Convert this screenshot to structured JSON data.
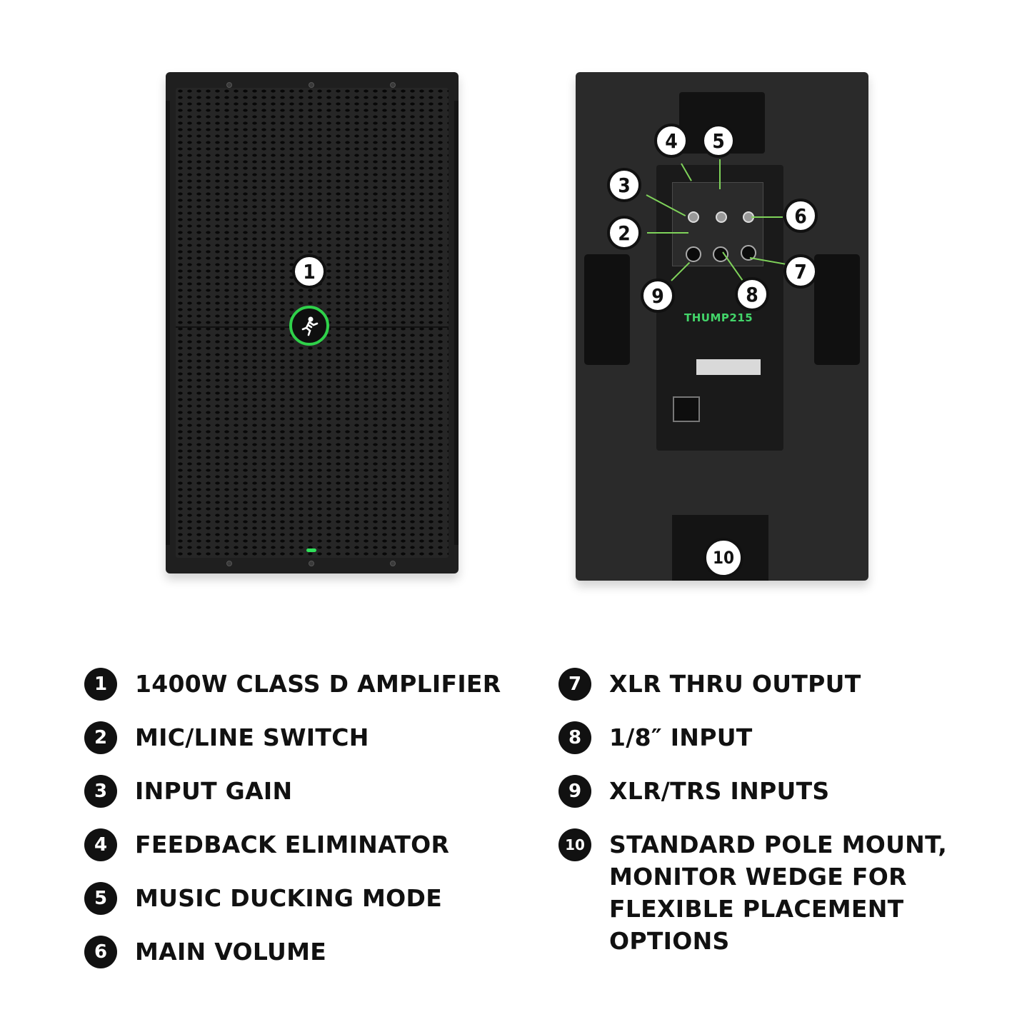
{
  "front": {
    "led_color": "#2fe05a",
    "logo_ring_color": "#2fd14a",
    "logo_icon": "mackie-running-man-icon"
  },
  "rear": {
    "brand_text": "THUMP215",
    "accent_color": "#43d56a"
  },
  "callouts": [
    "1",
    "2",
    "3",
    "4",
    "5",
    "6",
    "7",
    "8",
    "9",
    "10"
  ],
  "features": [
    {
      "num": "1",
      "text": "1400W CLASS D AMPLIFIER"
    },
    {
      "num": "2",
      "text": "MIC/LINE SWITCH"
    },
    {
      "num": "3",
      "text": "INPUT GAIN"
    },
    {
      "num": "4",
      "text": "FEEDBACK ELIMINATOR"
    },
    {
      "num": "5",
      "text": "MUSIC DUCKING MODE"
    },
    {
      "num": "6",
      "text": "MAIN VOLUME"
    },
    {
      "num": "7",
      "text": "XLR THRU OUTPUT"
    },
    {
      "num": "8",
      "text": "1/8″ INPUT"
    },
    {
      "num": "9",
      "text": "XLR/TRS INPUTS"
    },
    {
      "num": "10",
      "text": "STANDARD POLE MOUNT,",
      "lines": [
        "STANDARD POLE MOUNT,",
        "MONITOR WEDGE FOR",
        "FLEXIBLE PLACEMENT",
        "OPTIONS"
      ]
    }
  ]
}
